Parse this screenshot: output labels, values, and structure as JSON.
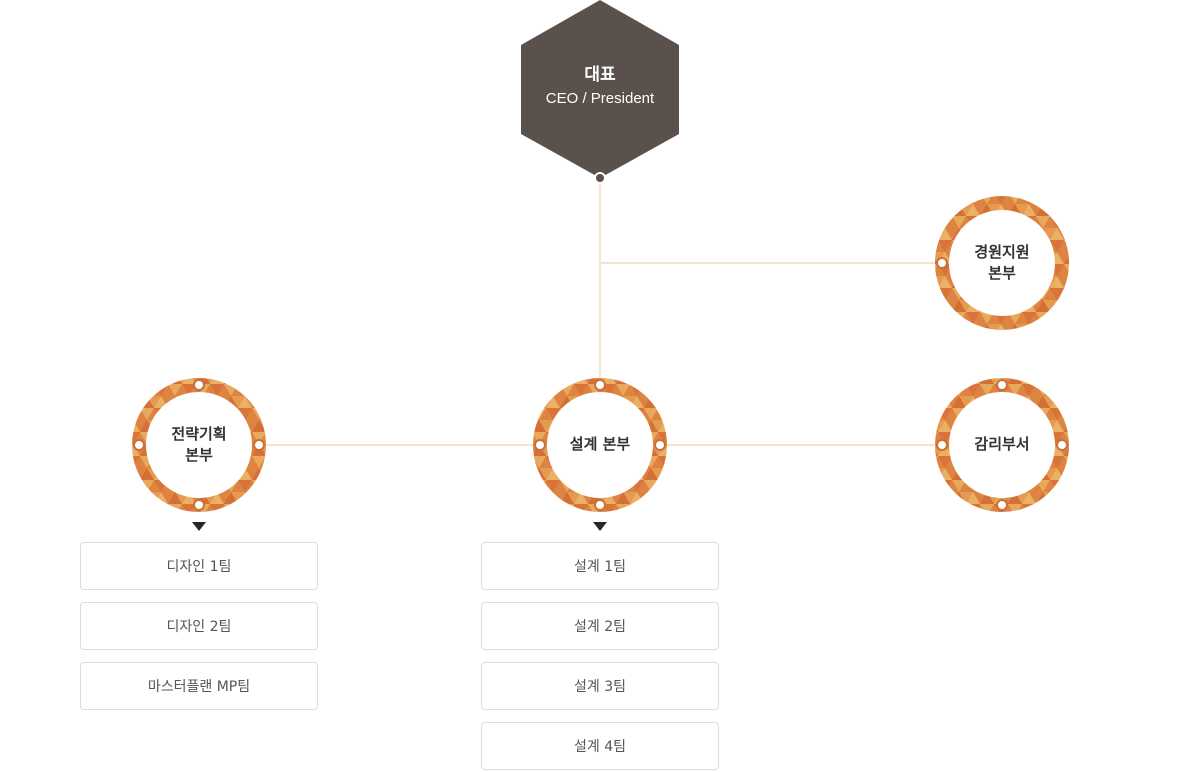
{
  "colors": {
    "ceo_fill": "#5a514d",
    "ring_dark": "#d9793a",
    "ring_light": "#e8a85a",
    "connector": "#f2e3d4",
    "dot_stroke": "#c9703a",
    "arrow": "#2b2523"
  },
  "ceo": {
    "title": "대표",
    "subtitle": "CEO / President"
  },
  "departments": {
    "management_support": {
      "label": "경원지원\n본부"
    },
    "strategy_planning": {
      "label": "전략기획\n본부"
    },
    "design_hq": {
      "label": "설계 본부"
    },
    "audit": {
      "label": "감리부서"
    }
  },
  "teams": {
    "strategy_planning": [
      {
        "label": "디자인 1팀"
      },
      {
        "label": "디자인 2팀"
      },
      {
        "label": "마스터플랜 MP팀"
      }
    ],
    "design_hq": [
      {
        "label": "설계 1팀"
      },
      {
        "label": "설계 2팀"
      },
      {
        "label": "설계 3팀"
      },
      {
        "label": "설계 4팀"
      }
    ]
  }
}
